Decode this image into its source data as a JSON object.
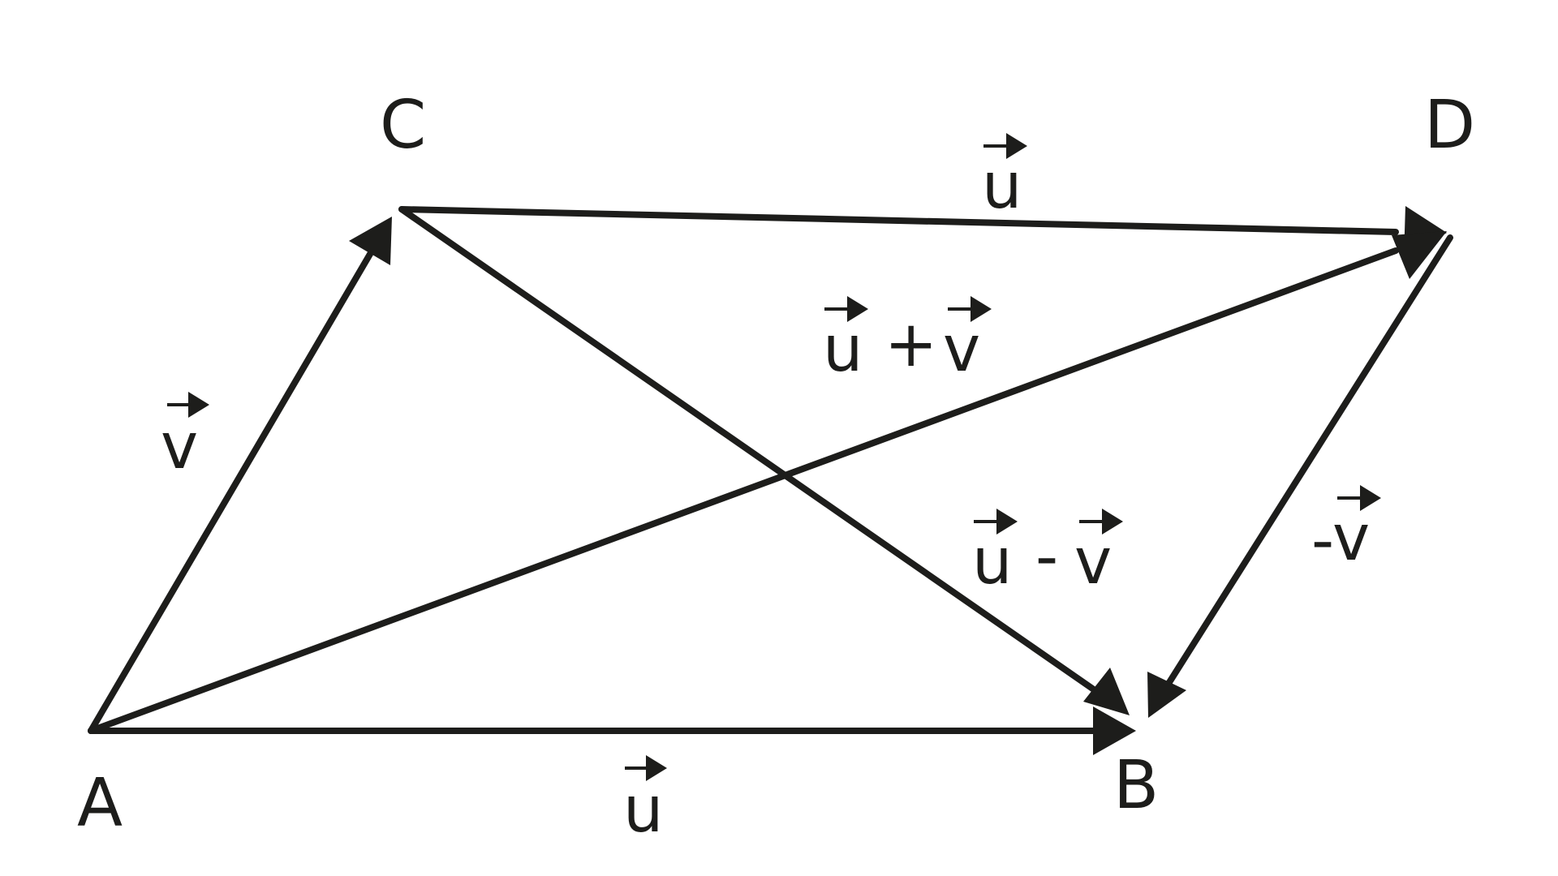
{
  "points": {
    "A": "A",
    "B": "B",
    "C": "C",
    "D": "D"
  },
  "vectors": {
    "AB": {
      "letter": "u"
    },
    "AC": {
      "letter": "v"
    },
    "CD": {
      "letter": "u"
    },
    "AD": {
      "letter1": "u",
      "operator": "+",
      "letter2": "v"
    },
    "CB": {
      "letter1": "u",
      "operator": "-",
      "letter2": "v"
    },
    "DB": {
      "sign": "-",
      "letter": "v"
    }
  },
  "colors": {
    "ink": "#1d1d1b",
    "background": "#ffffff"
  }
}
